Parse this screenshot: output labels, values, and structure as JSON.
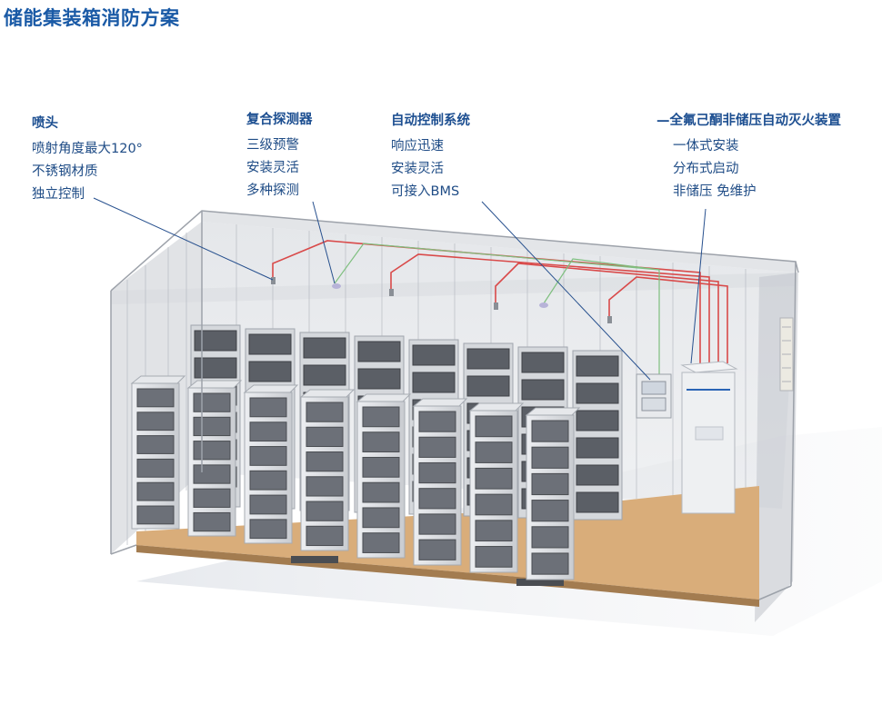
{
  "title": "储能集装箱消防方案",
  "callouts": {
    "nozzle": {
      "heading": "喷头",
      "lines": [
        "喷射角度最大120°",
        "不锈钢材质",
        "独立控制"
      ]
    },
    "detector": {
      "heading": "复合探测器",
      "lines": [
        "三级预警",
        "安装灵活",
        "多种探测"
      ]
    },
    "control": {
      "heading": "自动控制系统",
      "lines": [
        "响应迅速",
        "安装灵活",
        "可接入BMS"
      ]
    },
    "device": {
      "heading": "—全氟己酮非储压自动灭火装置",
      "lines": [
        "一体式安装",
        "分布式启动",
        "非储压 免维护"
      ]
    }
  },
  "colors": {
    "title": "#1a5aa6",
    "callout_text": "#1f4c86",
    "pipe": "#d94a4a",
    "wire": "#7fbf7f",
    "floor": "#d9ad7a"
  }
}
